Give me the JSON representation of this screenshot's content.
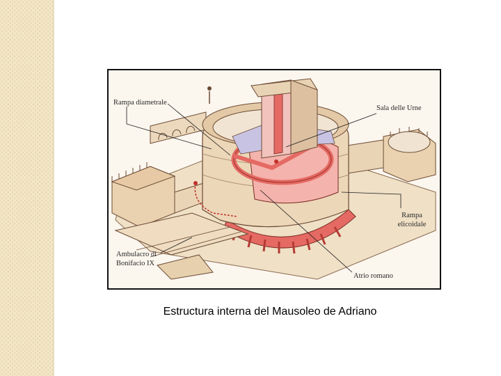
{
  "diagram": {
    "labels": {
      "rampa_diametrale": "Rampa diametrale",
      "sala_delle_urne": "Sala delle Urne",
      "rampa_elicoidale": "Rampa elicoidale",
      "ambulacro": "Ambulacro di Bonifacio IX",
      "atrio_romano": "Atrio romano"
    },
    "caption": "Estructura interna del Mausoleo de Adriano"
  },
  "colors": {
    "sidebar": "#f2e6c6",
    "stone": "#e8d3b4",
    "brick_red": "#e46a63",
    "interior_pink": "#f4b3ac",
    "roof_lilac": "#c9c3e3",
    "line": "#5a3a2a"
  }
}
